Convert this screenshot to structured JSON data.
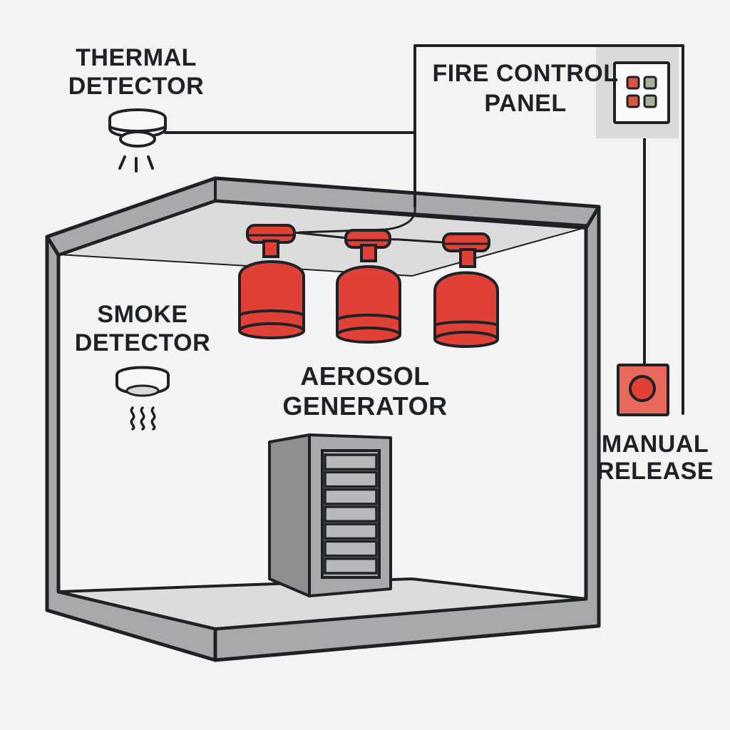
{
  "diagram": {
    "title": "Aerosol Fire Suppression System",
    "labels": {
      "thermal_detector": [
        "THERMAL",
        "DETECTOR"
      ],
      "fire_control_panel": [
        "FIRE CONTROL",
        "PANEL"
      ],
      "smoke_detector": [
        "SMOKE",
        "DETECTOR"
      ],
      "aerosol_generator": [
        "AEROSOL",
        "GENERATOR"
      ],
      "manual_release": [
        "MANUAL",
        "RELEASE"
      ]
    },
    "components": {
      "ceiling_nozzles": 3,
      "generator_slots": 7,
      "panel_indicators": [
        "red",
        "green",
        "red",
        "green"
      ]
    },
    "colors": {
      "accent_red": "#e04035",
      "release_box": "#e8695c",
      "indicator_red": "#d9573f",
      "indicator_green": "#a8b49a",
      "outline": "#1e2226",
      "wall_gray": "#a9a9ab",
      "floor_gray": "#dcdcdc",
      "background": "#f3f3f3"
    }
  }
}
